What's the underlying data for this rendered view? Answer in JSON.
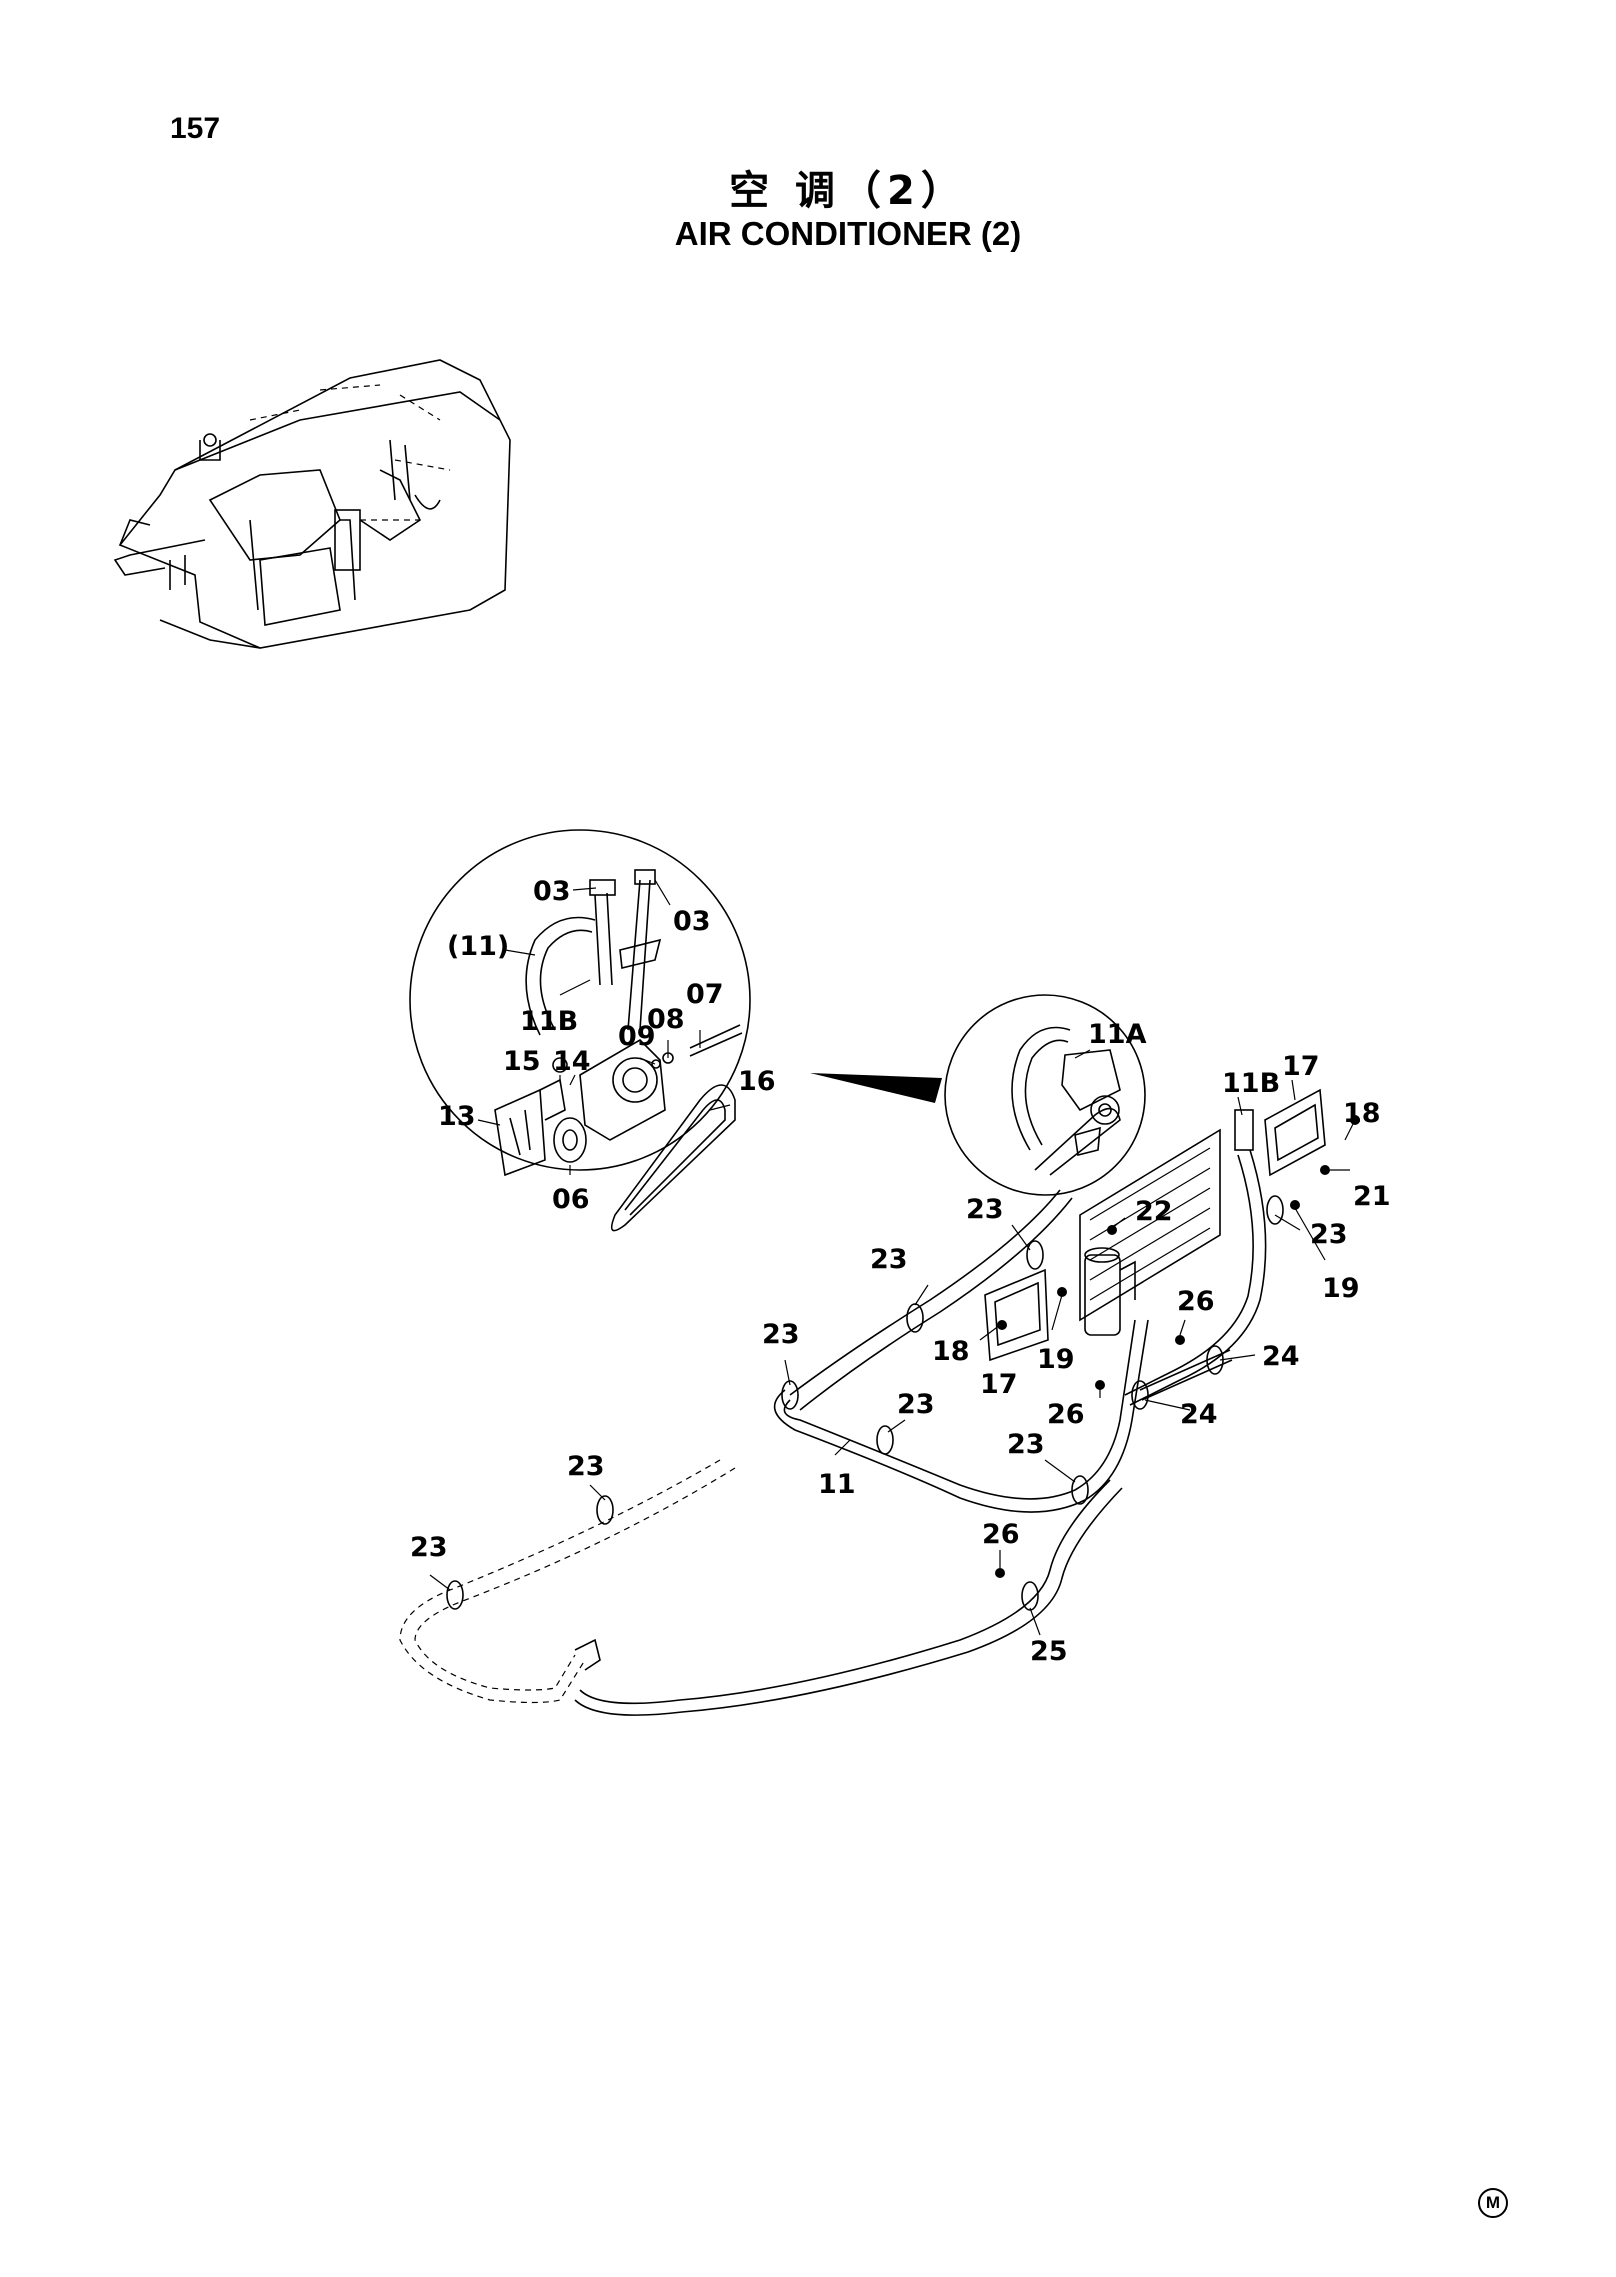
{
  "page_number": "157",
  "title_cn": "空 调（2）",
  "title_en": "AIR CONDITIONER (2)",
  "corner_mark": "M",
  "callouts": {
    "c03a": "03",
    "c03b": "03",
    "c11p": "(11)",
    "c11b_d": "11B",
    "c07": "07",
    "c08": "08",
    "c09": "09",
    "c15": "15",
    "c14": "14",
    "c13": "13",
    "c06": "06",
    "c16": "16",
    "c11a": "11A",
    "c17a": "17",
    "c11b": "11B",
    "c18a": "18",
    "c21": "21",
    "c22": "22",
    "c23a": "23",
    "c23b": "23",
    "c19a": "19",
    "c23c": "23",
    "c26a": "26",
    "c24a": "24",
    "c18b": "18",
    "c19b": "19",
    "c17b": "17",
    "c23d": "23",
    "c26b": "26",
    "c24b": "24",
    "c23e": "23",
    "c23f": "23",
    "c11": "11",
    "c23g": "23",
    "c23h": "23",
    "c26c": "26",
    "c25": "25"
  }
}
